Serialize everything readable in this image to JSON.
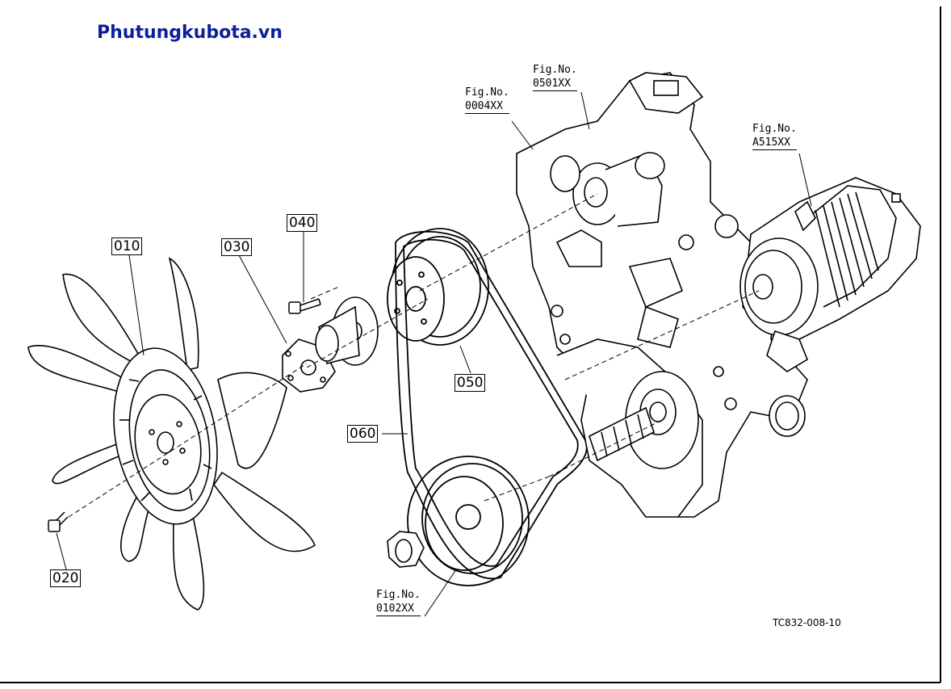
{
  "watermark": "Phutungkubota.vn",
  "parts": [
    {
      "id": "p010",
      "label": "010"
    },
    {
      "id": "p020",
      "label": "020"
    },
    {
      "id": "p030",
      "label": "030"
    },
    {
      "id": "p040",
      "label": "040"
    },
    {
      "id": "p050",
      "label": "050"
    },
    {
      "id": "p060",
      "label": "060"
    }
  ],
  "figure_refs": [
    {
      "line1": "Fig.No.",
      "line2": "0004XX"
    },
    {
      "line1": "Fig.No.",
      "line2": "0501XX"
    },
    {
      "line1": "Fig.No.",
      "line2": "A515XX"
    },
    {
      "line1": "Fig.No.",
      "line2": "0102XX"
    }
  ],
  "drawing_code": "TC832-008-10",
  "colors": {
    "watermark": "#0d1f9a",
    "line": "#000000",
    "background": "#ffffff"
  }
}
